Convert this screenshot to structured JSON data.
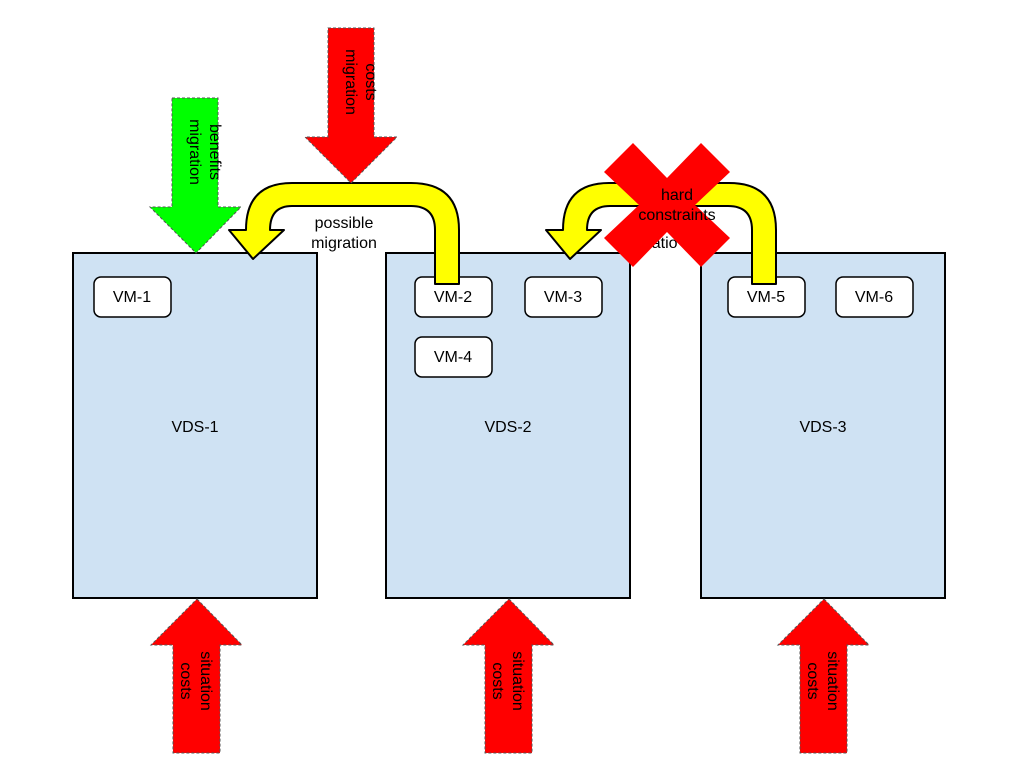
{
  "colors": {
    "server_fill": "#cfe2f3",
    "vm_fill": "#ffffff",
    "cost_arrow": "#ff0000",
    "benefit_arrow": "#00ff00",
    "migration_arrow": "#ffff00",
    "constraint_x": "#ff0000",
    "outline": "#000000"
  },
  "servers": [
    {
      "label": "VDS-1",
      "vms": [
        "VM-1"
      ]
    },
    {
      "label": "VDS-2",
      "vms": [
        "VM-2",
        "VM-3",
        "VM-4"
      ]
    },
    {
      "label": "VDS-3",
      "vms": [
        "VM-5",
        "VM-6"
      ]
    }
  ],
  "vms": {
    "vm1": "VM-1",
    "vm2": "VM-2",
    "vm3": "VM-3",
    "vm4": "VM-4",
    "vm5": "VM-5",
    "vm6": "VM-6"
  },
  "arrows": {
    "migration_benefits": {
      "line1": "migration",
      "line2": "benefits"
    },
    "migration_costs": {
      "line1": "migration",
      "line2": "costs"
    },
    "situation_costs": {
      "line1": "situation",
      "line2": "costs"
    },
    "possible_migration": {
      "line1": "possible",
      "line2": "migration"
    },
    "blocked_migration_partial": "ratio",
    "hard_constraints": {
      "line1": "hard",
      "line2": "constraints"
    }
  }
}
